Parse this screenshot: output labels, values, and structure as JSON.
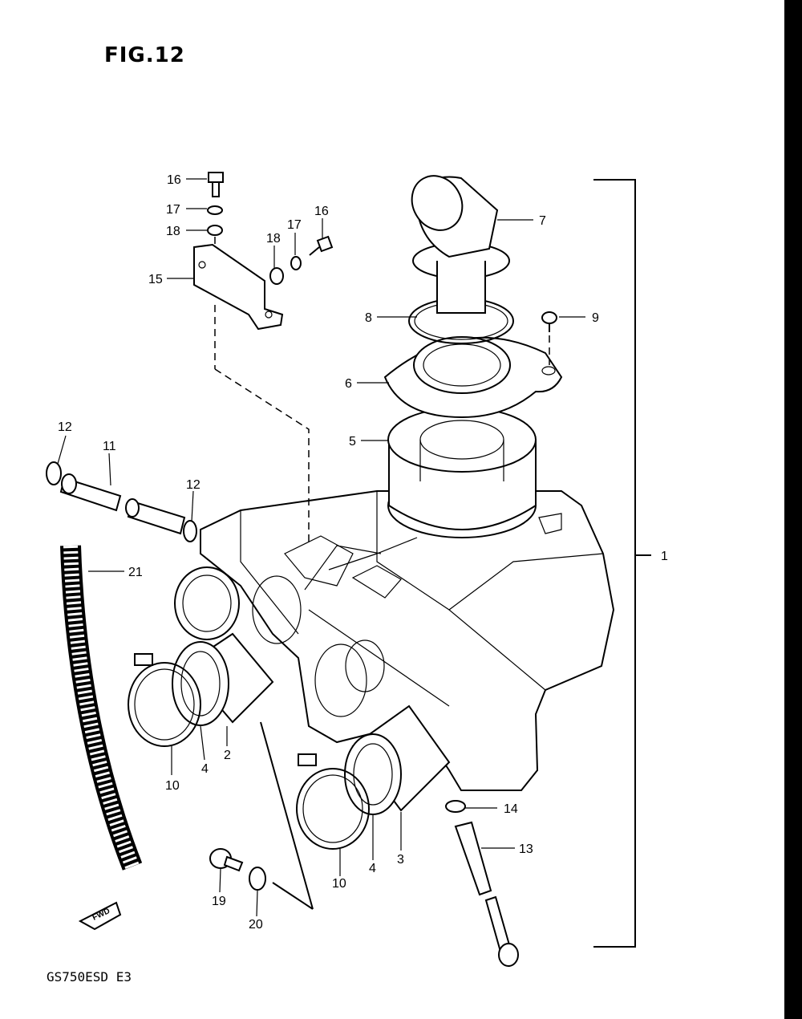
{
  "figure": {
    "title": "FIG.12",
    "model_code": "GS750ESD E3",
    "fwd_mark": "FWD"
  },
  "callouts": {
    "c1": "1",
    "c2": "2",
    "c3": "3",
    "c4a": "4",
    "c4b": "4",
    "c5": "5",
    "c6": "6",
    "c7": "7",
    "c8": "8",
    "c9": "9",
    "c10a": "10",
    "c10b": "10",
    "c11": "11",
    "c12a": "12",
    "c12b": "12",
    "c13": "13",
    "c14": "14",
    "c15": "15",
    "c16a": "16",
    "c16b": "16",
    "c17a": "17",
    "c17b": "17",
    "c18a": "18",
    "c18b": "18",
    "c19": "19",
    "c20": "20",
    "c21": "21"
  }
}
